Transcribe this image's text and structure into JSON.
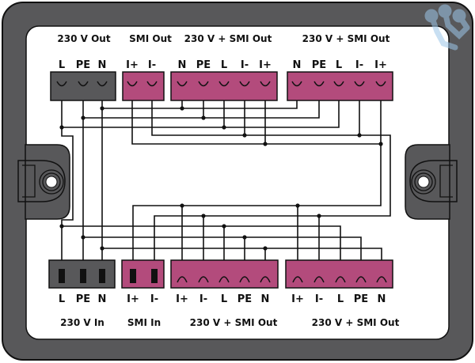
{
  "colors": {
    "housing": "#58585a",
    "grey_block": "#58585a",
    "pink_block": "#b34b7c",
    "wire": "#111111",
    "logo": "#9cc6e8"
  },
  "top": {
    "groups": [
      {
        "title": "230 V Out",
        "pins": [
          "L",
          "PE",
          "N"
        ]
      },
      {
        "title": "SMI Out",
        "pins": [
          "I+",
          "I-"
        ]
      },
      {
        "title": "230 V + SMI Out",
        "pins": [
          "N",
          "PE",
          "L",
          "I-",
          "I+"
        ]
      },
      {
        "title": "230 V + SMI Out",
        "pins": [
          "N",
          "PE",
          "L",
          "I-",
          "I+"
        ]
      }
    ]
  },
  "bottom": {
    "groups": [
      {
        "title": "230 V In",
        "pins": [
          "L",
          "PE",
          "N"
        ]
      },
      {
        "title": "SMI In",
        "pins": [
          "I+",
          "I-"
        ]
      },
      {
        "title": "230 V + SMI Out",
        "pins": [
          "I+",
          "I-",
          "L",
          "PE",
          "N"
        ]
      },
      {
        "title": "230 V + SMI Out",
        "pins": [
          "I+",
          "I-",
          "L",
          "PE",
          "N"
        ]
      }
    ]
  }
}
